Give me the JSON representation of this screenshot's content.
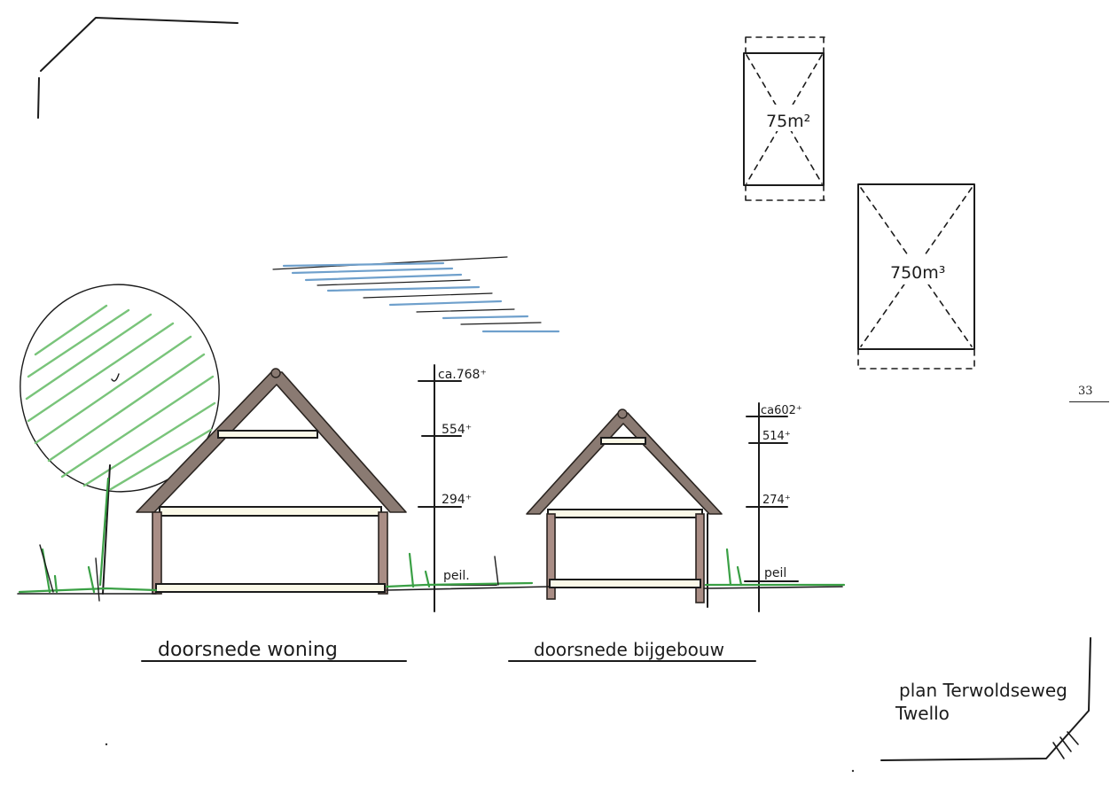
{
  "drawing": {
    "area_small_label": "75m²",
    "volume_large_label": "750m³",
    "house_levels": {
      "top": "ca.768⁺",
      "upper": "554⁺",
      "mid": "294⁺",
      "ground": "peil."
    },
    "annex_levels": {
      "top": "ca602⁺",
      "upper": "514⁺",
      "mid": "274⁺",
      "ground": "peil"
    },
    "house_title": "doorsnede woning",
    "annex_title": "doorsnede bijgebouw",
    "plan_name_line1": "plan Terwoldseweg",
    "plan_name_line2": "Twello"
  },
  "page_number": "33"
}
